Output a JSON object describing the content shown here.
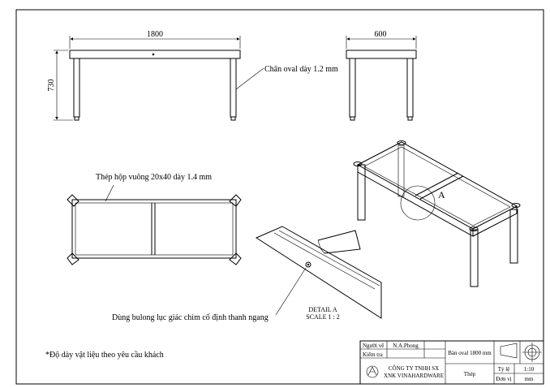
{
  "dimensions": {
    "front_width": "1800",
    "front_height": "730",
    "side_width": "600"
  },
  "annotations": {
    "leg_note": "Chân oval dày 1.2 mm",
    "tube_note": "Thép hộp vuông 20x40 dày 1.4 mm",
    "bolt_note": "Dùng bulong lục giác chìm cố định thanh ngang",
    "detail_marker": "A",
    "detail_title": "DETAIL A",
    "detail_scale": "SCALE 1 : 2",
    "material_note": "*Độ dày vật liệu theo yêu cầu khách"
  },
  "title_block": {
    "drawn_by_label": "Người vẽ",
    "drawn_by": "N.A.Phong",
    "checked_label": "Kiểm tra",
    "part_name": "Bàn oval 1800 mm",
    "company_line1": "CÔNG TY TNHH SX",
    "company_line2": "XNK VINAHARDWARE",
    "material": "Thép",
    "scale_label": "Tỷ lệ",
    "scale_value": "1:10",
    "unit_label": "Đơn vị",
    "unit_value": "mm"
  },
  "colors": {
    "line": "#000000",
    "background": "#ffffff"
  }
}
